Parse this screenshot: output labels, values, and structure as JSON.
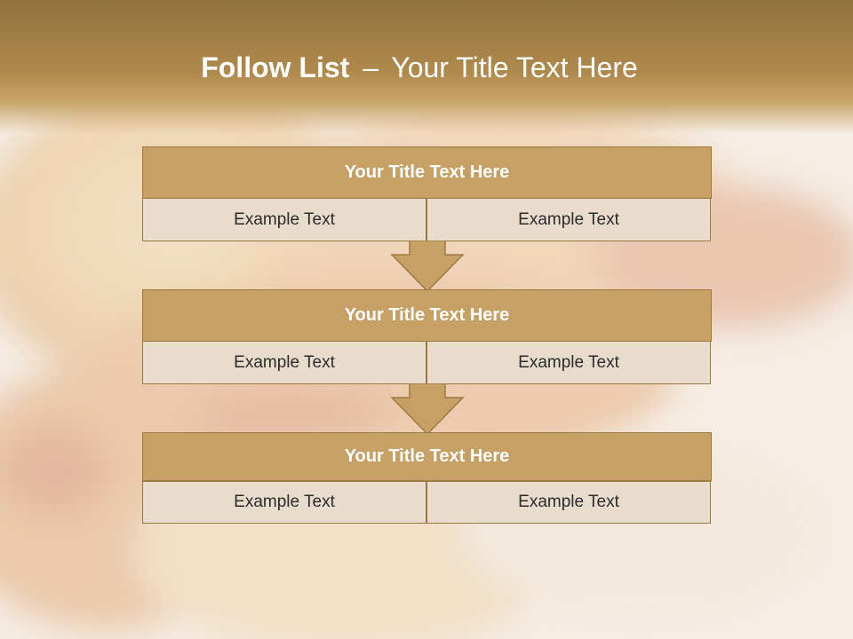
{
  "slide": {
    "title_bold": "Follow List",
    "title_separator": "–",
    "title_rest": "Your Title Text Here"
  },
  "steps": [
    {
      "title": "Your Title Text Here",
      "left_text": "Example Text",
      "right_text": "Example Text"
    },
    {
      "title": "Your Title Text Here",
      "left_text": "Example Text",
      "right_text": "Example Text"
    },
    {
      "title": "Your Title Text Here",
      "left_text": "Example Text",
      "right_text": "Example Text"
    }
  ],
  "colors": {
    "header": "#b08a4d",
    "block_title_fill": "#c7a066",
    "block_cell_fill": "#e8ddcc",
    "border": "#9c7a42",
    "arrow_fill": "#c7a066"
  }
}
